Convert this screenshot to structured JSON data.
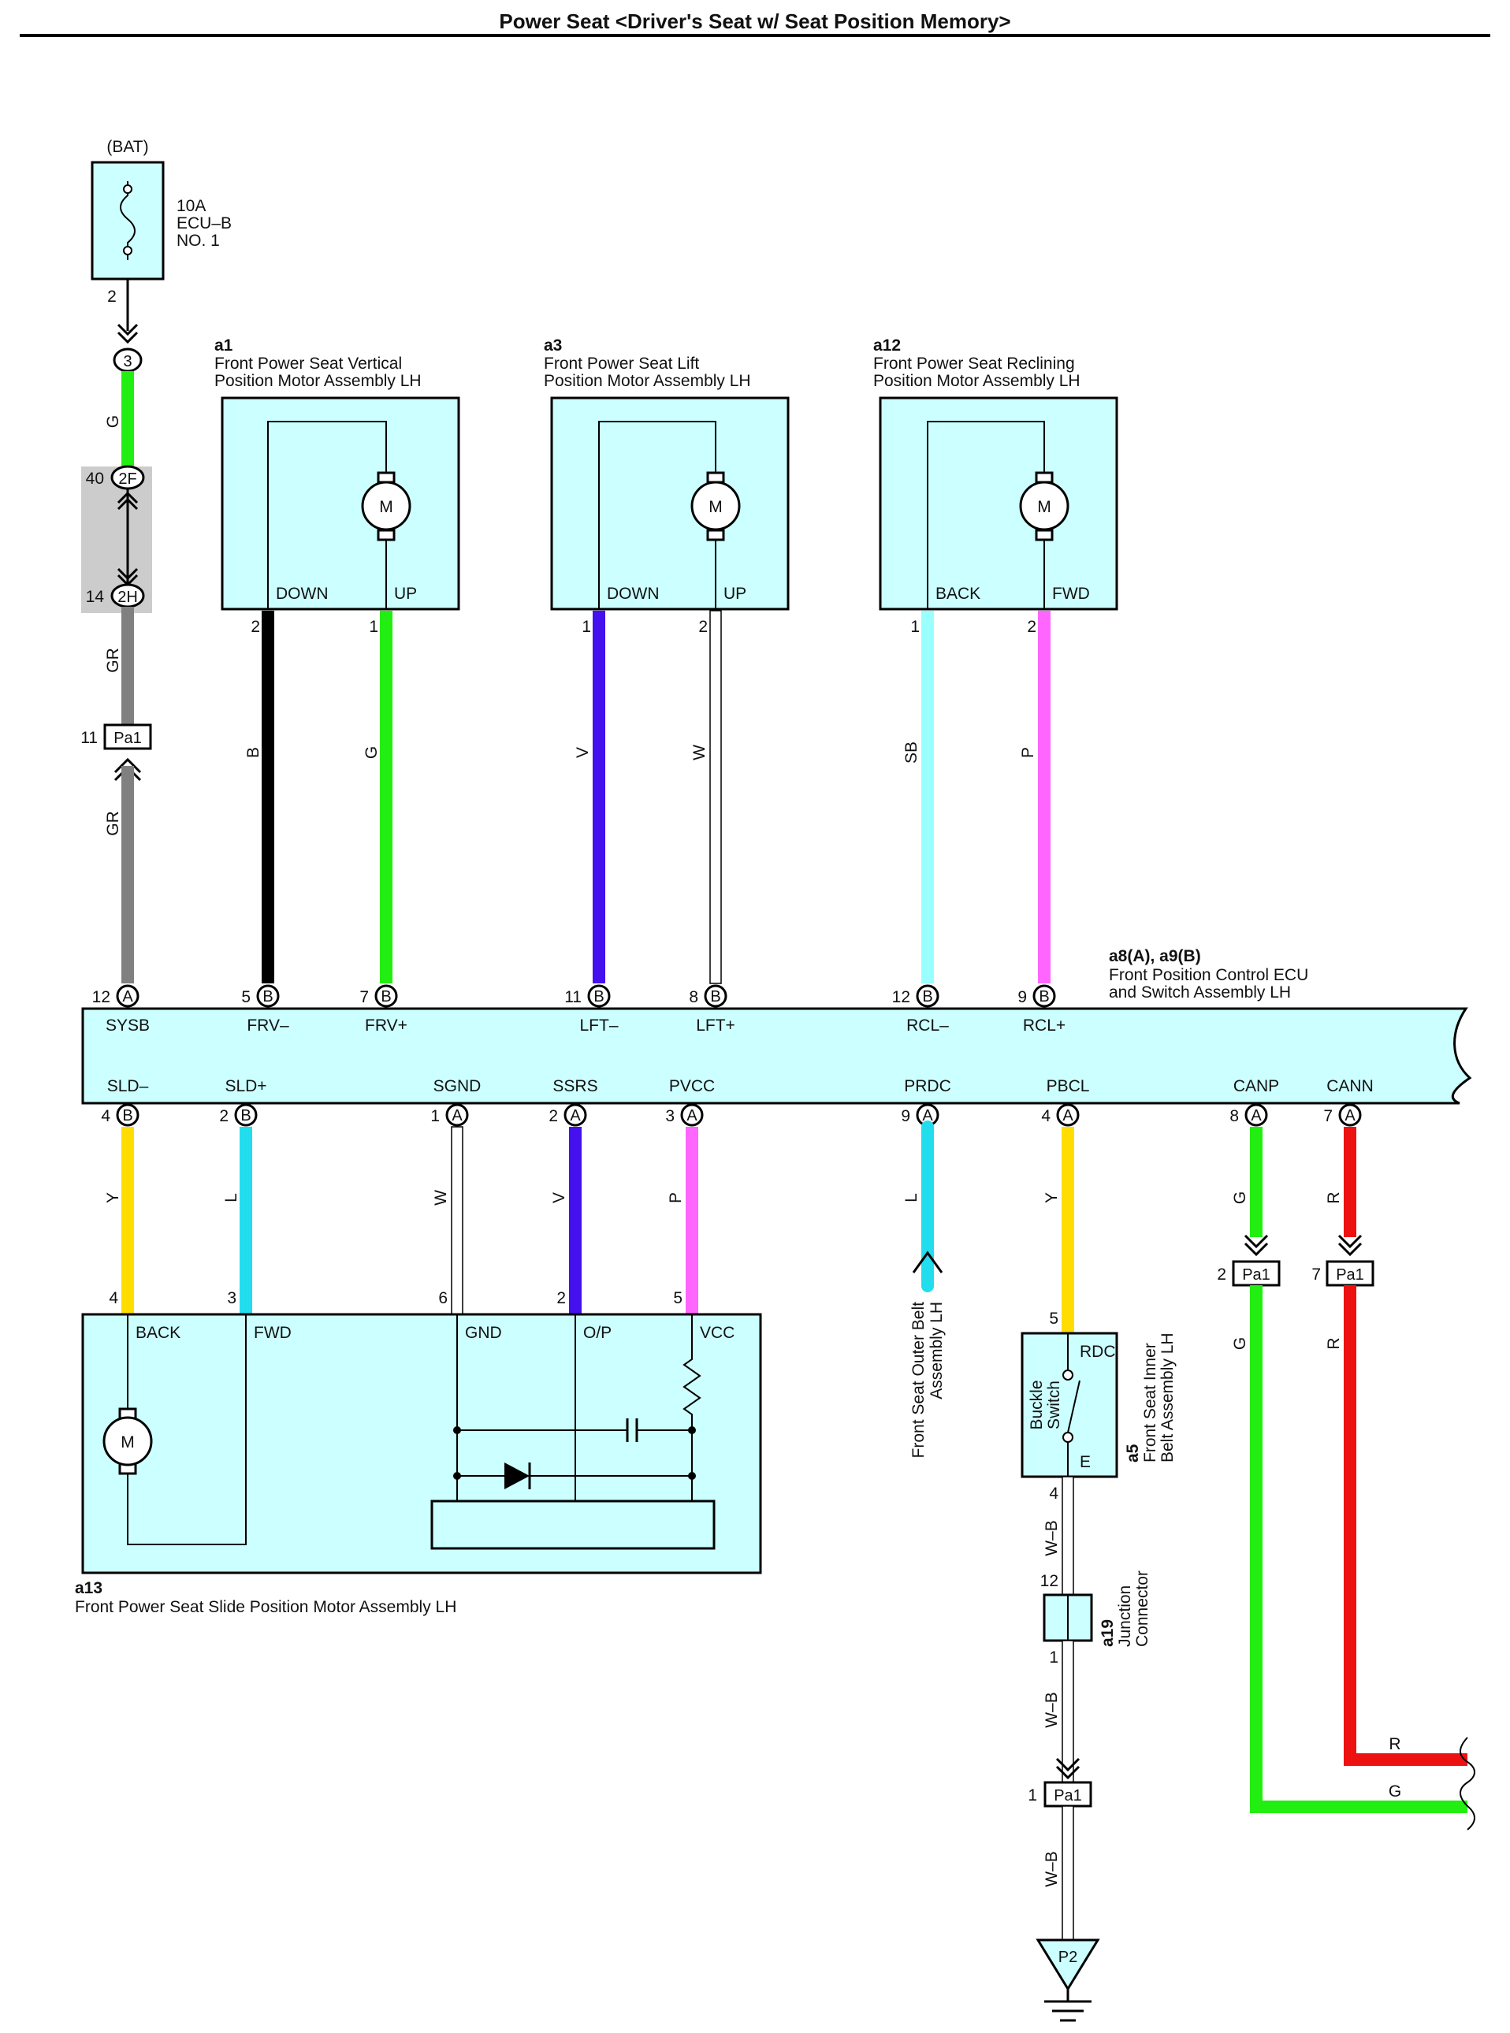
{
  "title": "Power Seat <Driver's Seat w/ Seat Position Memory>",
  "colors": {
    "B": "#000000",
    "G": "#22ee11",
    "V": "#4411ee",
    "W": "#ffffff",
    "GR": "#808080",
    "SB": "#99ffff",
    "P": "#ff66ff",
    "Y": "#ffdd00",
    "L": "#22ddee",
    "R": "#ee1111",
    "WB": "#ffffff",
    "box_fill": "#ccffff",
    "junction_gray": "#cccccc"
  },
  "power": {
    "source": "(BAT)",
    "fuse_lines": [
      "10A",
      "ECU–B",
      "NO. 1"
    ],
    "fuse_pin": "2",
    "connector_3": "3",
    "wire_g": "G",
    "junction": {
      "pin_top": "40",
      "conn_top": "2F",
      "pin_bottom": "14",
      "conn_bottom": "2H"
    },
    "wire_gr1": "GR",
    "pa1_pin": "11",
    "pa1": "Pa1",
    "wire_gr2": "GR"
  },
  "motors": [
    {
      "id": "a1",
      "name_lines": [
        "Front Power Seat Vertical",
        "Position Motor Assembly LH"
      ],
      "term_left": "DOWN",
      "term_right": "UP",
      "pin_left": "2",
      "pin_right": "1",
      "wire_left": "B",
      "wire_right": "G",
      "motor": "M"
    },
    {
      "id": "a3",
      "name_lines": [
        "Front Power Seat Lift",
        "Position Motor Assembly LH"
      ],
      "term_left": "DOWN",
      "term_right": "UP",
      "pin_left": "1",
      "pin_right": "2",
      "wire_left": "V",
      "wire_right": "W",
      "motor": "M"
    },
    {
      "id": "a12",
      "name_lines": [
        "Front Power Seat Reclining",
        "Position Motor Assembly LH"
      ],
      "term_left": "BACK",
      "term_right": "FWD",
      "pin_left": "1",
      "pin_right": "2",
      "wire_left": "SB",
      "wire_right": "P",
      "motor": "M"
    }
  ],
  "ecu": {
    "id": "a8(A), a9(B)",
    "name_lines": [
      "Front Position Control ECU",
      "and Switch Assembly LH"
    ],
    "top_pins": [
      {
        "pin": "12",
        "conn": "A",
        "name": "SYSB"
      },
      {
        "pin": "5",
        "conn": "B",
        "name": "FRV–"
      },
      {
        "pin": "7",
        "conn": "B",
        "name": "FRV+"
      },
      {
        "pin": "11",
        "conn": "B",
        "name": "LFT–"
      },
      {
        "pin": "8",
        "conn": "B",
        "name": "LFT+"
      },
      {
        "pin": "12",
        "conn": "B",
        "name": "RCL–"
      },
      {
        "pin": "9",
        "conn": "B",
        "name": "RCL+"
      }
    ],
    "bottom_pins": [
      {
        "pin": "4",
        "conn": "B",
        "name": "SLD–",
        "wire": "Y",
        "end_pin": "4"
      },
      {
        "pin": "2",
        "conn": "B",
        "name": "SLD+",
        "wire": "L",
        "end_pin": "3"
      },
      {
        "pin": "1",
        "conn": "A",
        "name": "SGND",
        "wire": "W",
        "end_pin": "6"
      },
      {
        "pin": "2",
        "conn": "A",
        "name": "SSRS",
        "wire": "V",
        "end_pin": "2"
      },
      {
        "pin": "3",
        "conn": "A",
        "name": "PVCC",
        "wire": "P",
        "end_pin": "5"
      },
      {
        "pin": "9",
        "conn": "A",
        "name": "PRDC",
        "wire": "L"
      },
      {
        "pin": "4",
        "conn": "A",
        "name": "PBCL",
        "wire": "Y",
        "end_pin": "5"
      },
      {
        "pin": "8",
        "conn": "A",
        "name": "CANP",
        "wire": "G"
      },
      {
        "pin": "7",
        "conn": "A",
        "name": "CANN",
        "wire": "R"
      }
    ]
  },
  "slide_motor": {
    "id": "a13",
    "name": "Front Power Seat Slide Position Motor Assembly LH",
    "terms": [
      "BACK",
      "FWD",
      "GND",
      "O/P",
      "VCC"
    ],
    "motor": "M"
  },
  "outer_belt": {
    "name_lines": [
      "Front Seat Outer Belt",
      "Assembly LH"
    ]
  },
  "inner_belt": {
    "id": "a5",
    "name_lines": [
      "Front Seat Inner",
      "Belt Assembly LH"
    ],
    "switch_lines": [
      "Buckle",
      "Switch"
    ],
    "term_top": "RDC",
    "term_bottom": "E",
    "pin_bottom": "4",
    "wire": "W–B"
  },
  "junction_connector": {
    "id": "a19",
    "name_lines": [
      "Junction",
      "Connector"
    ],
    "pin_top": "12",
    "pin_bottom": "1",
    "wire": "W–B"
  },
  "ground": {
    "pa1_pin": "1",
    "pa1": "Pa1",
    "wire": "W–B",
    "label": "P2"
  },
  "can": {
    "canp_pa1_pin": "2",
    "cann_pa1_pin": "7",
    "pa1": "Pa1",
    "wire_g": "G",
    "wire_r": "R"
  }
}
